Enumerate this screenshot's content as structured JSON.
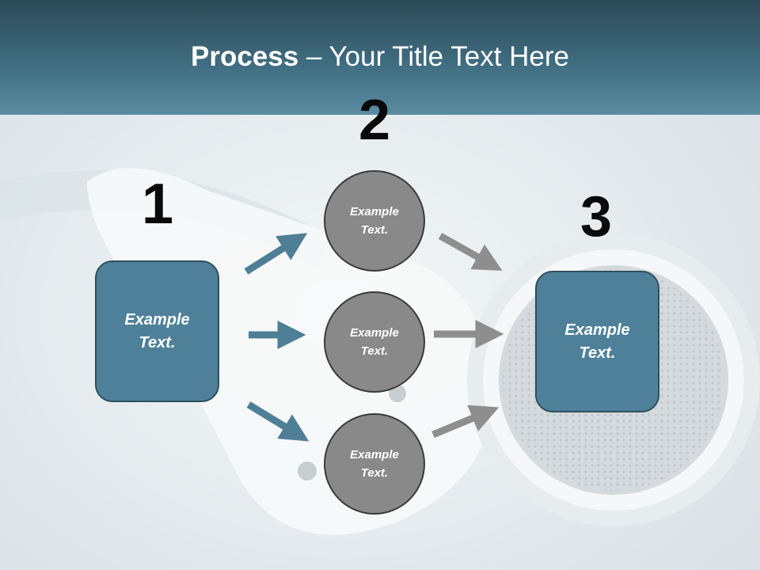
{
  "slide": {
    "title_bold": "Process",
    "title_rest": " – Your Title Text Here"
  },
  "steps": [
    {
      "number": "1",
      "box_text": "Example Text."
    },
    {
      "number": "2",
      "items": [
        "Example Text.",
        "Example Text.",
        "Example Text."
      ]
    },
    {
      "number": "3",
      "box_text": "Example Text."
    }
  ],
  "colors": {
    "header": "#3f6c7f",
    "box_fill": "#4e8199",
    "circle_fill": "#898989",
    "blue_arrow": "#4f7f96",
    "gray_arrow": "#8e8e8e"
  }
}
